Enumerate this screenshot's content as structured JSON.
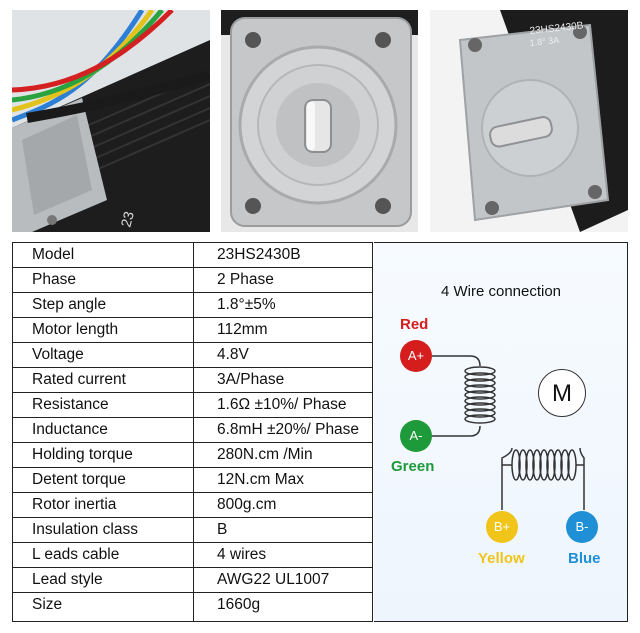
{
  "photos": {
    "left_label": "23",
    "right_label_line1": "23HS2430B",
    "right_label_line2": "1.8°    3A"
  },
  "specs": [
    {
      "label": "Model",
      "value": "23HS2430B"
    },
    {
      "label": "Phase",
      "value": "2 Phase"
    },
    {
      "label": "Step angle",
      "value": "1.8°±5%"
    },
    {
      "label": "Motor length",
      "value": "112mm"
    },
    {
      "label": "Voltage",
      "value": "4.8V"
    },
    {
      "label": "Rated current",
      "value": "3A/Phase"
    },
    {
      "label": "Resistance",
      "value": "1.6Ω ±10%/ Phase"
    },
    {
      "label": "Inductance",
      "value": "6.8mH ±20%/ Phase"
    },
    {
      "label": "Holding torque",
      "value": "280N.cm /Min"
    },
    {
      "label": "Detent torque",
      "value": "12N.cm Max"
    },
    {
      "label": "Rotor inertia",
      "value": "800g.cm"
    },
    {
      "label": "Insulation class",
      "value": "B"
    },
    {
      "label": "L eads cable",
      "value": "4 wires"
    },
    {
      "label": "Lead style",
      "value": "AWG22 UL1007"
    },
    {
      "label": "Size",
      "value": "1660g"
    }
  ],
  "wiring": {
    "title": "4 Wire connection",
    "motor_symbol": "M",
    "wires": {
      "red": {
        "name": "Red",
        "terminal": "A+",
        "color": "#d61d1d"
      },
      "green": {
        "name": "Green",
        "terminal": "A-",
        "color": "#1f9a3a"
      },
      "yellow": {
        "name": "Yellow",
        "terminal": "B+",
        "color": "#f0c419"
      },
      "blue": {
        "name": "Blue",
        "terminal": "B-",
        "color": "#1f8fd6"
      }
    }
  }
}
